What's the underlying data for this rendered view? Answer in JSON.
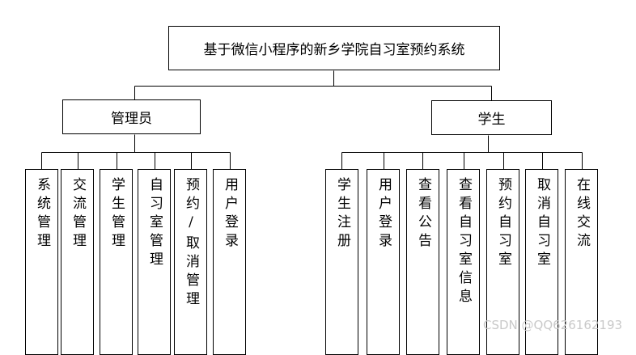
{
  "title": "基于微信小程序的新乡学院自习室预约系统",
  "categories": [
    {
      "label": "管理员",
      "items": [
        "系统管理",
        "交流管理",
        "学生管理",
        "自习室管理",
        "预约/取消管理",
        "用户登录"
      ]
    },
    {
      "label": "学生",
      "items": [
        "学生注册",
        "用户登录",
        "查看公告",
        "查看自习室信息",
        "预约自习室",
        "取消自习室",
        "在线交流"
      ]
    }
  ],
  "watermark": "CSDN @QQ626162193"
}
